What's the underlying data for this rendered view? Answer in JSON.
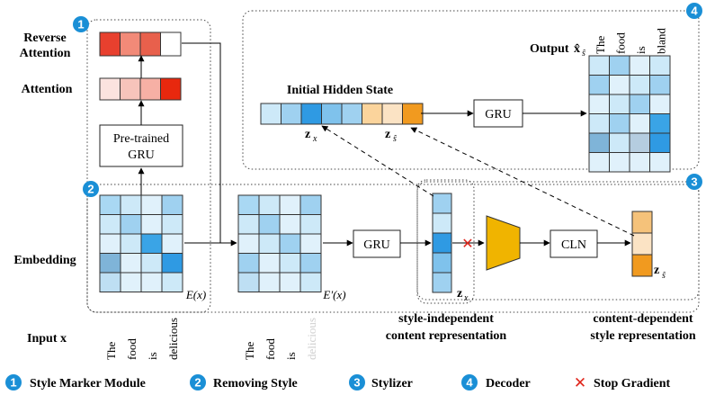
{
  "labels": {
    "reverse_attention_1": "Reverse",
    "reverse_attention_2": "Attention",
    "attention": "Attention",
    "embedding": "Embedding",
    "input_x": "Input x",
    "pretrained_gru_1": "Pre-trained",
    "pretrained_gru_2": "GRU",
    "gru": "GRU",
    "cln": "CLN",
    "initial_hidden_state": "Initial Hidden State",
    "output_prefix": "Output",
    "output_sym": "x̂",
    "output_sub": "ŝ",
    "ex": "E(x)",
    "exprime": "E′(x)",
    "zx": "z",
    "zx_sub": "x",
    "zs": "z",
    "zs_sub": "ŝ",
    "style_indep_1": "style-independent",
    "style_indep_2": "content representation",
    "content_dep_1": "content-dependent",
    "content_dep_2": "style representation"
  },
  "input_tokens": [
    "The",
    "food",
    "is",
    "delicious"
  ],
  "output_tokens": [
    "The",
    "food",
    "is",
    "bland"
  ],
  "legend": [
    {
      "num": "1",
      "text": "Style Marker Module"
    },
    {
      "num": "2",
      "text": "Removing Style"
    },
    {
      "num": "3",
      "text": "Stylizer"
    },
    {
      "num": "4",
      "text": "Decoder"
    },
    {
      "mark": "✕",
      "text": "Stop Gradient"
    }
  ],
  "colors": {
    "badge": "#1a8fd6",
    "stop_gradient": "#e0251b",
    "stylizer_shape": "#f0b400",
    "grid_stroke": "#333333"
  },
  "reverse_attention_colors": [
    "#e8402e",
    "#f28a78",
    "#e8604c",
    "#ffffff"
  ],
  "attention_colors": [
    "#fbe3df",
    "#f7c4bb",
    "#f6b0a5",
    "#e8280e"
  ],
  "embedding_matrix": [
    [
      "#a9d8f3",
      "#cde9f8",
      "#e0f1fb",
      "#9fd1f0"
    ],
    [
      "#cde9f8",
      "#9fd1f0",
      "#e0f1fb",
      "#cde9f8"
    ],
    [
      "#e0f1fb",
      "#cde9f8",
      "#3aa4e6",
      "#e0f1fb"
    ],
    [
      "#7fb4d8",
      "#e0f1fb",
      "#cde9f8",
      "#2f9ae3"
    ],
    [
      "#bedff3",
      "#e0f1fb",
      "#e0f1fb",
      "#cde9f8"
    ]
  ],
  "embedding_prime_matrix": [
    [
      "#a9d8f3",
      "#cde9f8",
      "#e0f1fb",
      "#9fd1f0"
    ],
    [
      "#cde9f8",
      "#9fd1f0",
      "#e0f1fb",
      "#cde9f8"
    ],
    [
      "#e0f1fb",
      "#cde9f8",
      "#9fd1f0",
      "#e0f1fb"
    ],
    [
      "#9fd1f0",
      "#e0f1fb",
      "#cde9f8",
      "#9fd1f0"
    ],
    [
      "#bedff3",
      "#e0f1fb",
      "#e0f1fb",
      "#cde9f8"
    ]
  ],
  "zx_vector": [
    "#9fd1f0",
    "#cde9f8",
    "#2f9ae3",
    "#7fc2ec",
    "#9fd1f0"
  ],
  "zs_vector": [
    "#f5c27a",
    "#fbe3c4",
    "#f19a1f"
  ],
  "hidden_state": [
    "#cde9f8",
    "#9fd1f0",
    "#2f9ae3",
    "#7fc2ec",
    "#9fd1f0",
    "#fbd49c",
    "#fbe3c4",
    "#f19a1f"
  ],
  "output_matrix": [
    [
      "#cde9f8",
      "#9fd1f0",
      "#e0f1fb",
      "#cde9f8"
    ],
    [
      "#9fd1f0",
      "#e0f1fb",
      "#cde9f8",
      "#9fd1f0"
    ],
    [
      "#e0f1fb",
      "#cde9f8",
      "#9fd1f0",
      "#e0f1fb"
    ],
    [
      "#cde9f8",
      "#9fd1f0",
      "#e0f1fb",
      "#3aa4e6"
    ],
    [
      "#7fb4d8",
      "#cde9f8",
      "#b5cde0",
      "#2f9ae3"
    ],
    [
      "#e0f1fb",
      "#e0f1fb",
      "#e0f1fb",
      "#e0f1fb"
    ]
  ]
}
